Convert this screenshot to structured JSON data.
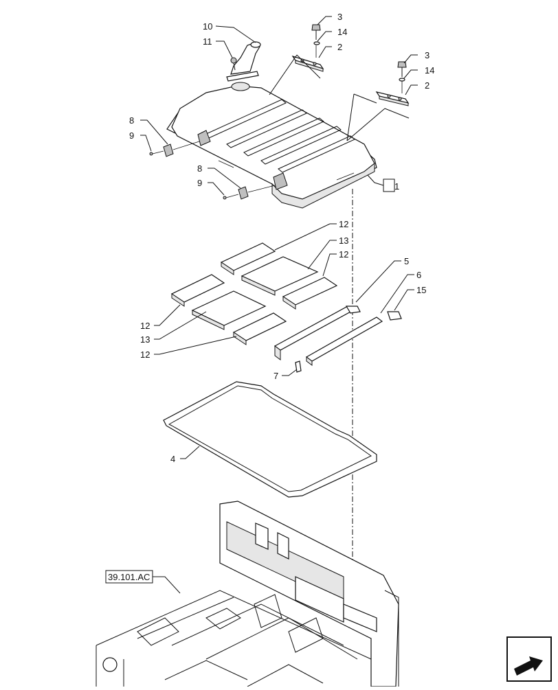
{
  "diagram": {
    "callouts": {
      "c1": "1",
      "c2a": "2",
      "c2b": "2",
      "c3a": "3",
      "c3b": "3",
      "c4": "4",
      "c5": "5",
      "c6": "6",
      "c7": "7",
      "c8a": "8",
      "c8b": "8",
      "c9a": "9",
      "c9b": "9",
      "c10": "10",
      "c11": "11",
      "c12a": "12",
      "c12b": "12",
      "c12c": "12",
      "c12d": "12",
      "c13a": "13",
      "c13b": "13",
      "c14a": "14",
      "c14b": "14",
      "c15": "15"
    },
    "reference_label": "39.101.AC",
    "nav_icon": "arrow-next-page-icon"
  }
}
